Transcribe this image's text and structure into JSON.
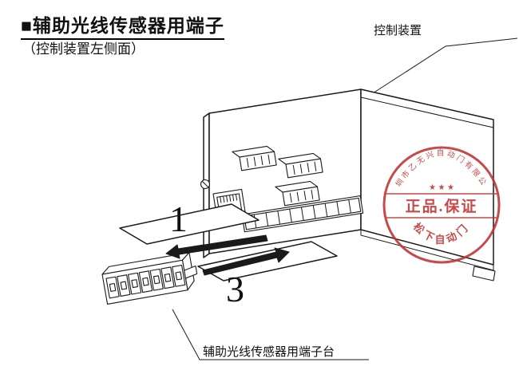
{
  "page": {
    "title": "■辅助光线传感器用端子",
    "subtitle": "（控制装置左侧面）"
  },
  "labels": {
    "device": "控制装置",
    "terminal_block": "辅助光线传感器用端子台",
    "step1": "1",
    "step3": "3"
  },
  "stamp": {
    "arc_text": "深圳市乙无兴自动门有限公司",
    "stars": "★ ★ ★",
    "center_text": "正品.保证",
    "bottom_text": "松下自动门",
    "color": "#c03030"
  },
  "drawing": {
    "line_color": "#1a1a1a"
  }
}
